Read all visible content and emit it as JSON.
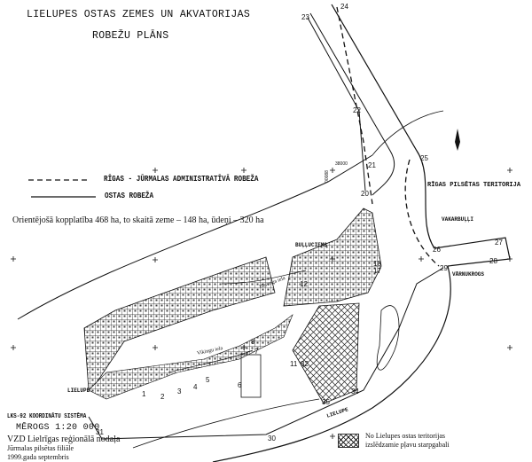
{
  "title": {
    "line1": "LIELUPES  OSTAS ZEMES UN AKVATORIJAS",
    "line2": "ROBEŽU PLĀNS"
  },
  "legend": {
    "admin_border": "RĪGAS - JŪRMALAS ADMINISTRATĪVĀ ROBEŽA",
    "port_border": "OSTAS ROBEŽA",
    "area_note": "Orientējošā kopplatība 468 ha, to skaitā zeme – 148 ha, ūdeņi – 320 ha",
    "hatched": [
      "No Lielupes ostas teritorijas",
      "izslēdzamie pļavu starpgabali"
    ]
  },
  "places": {
    "riga_territory": "RĪGAS PILSĒTAS TERITORIJA",
    "vakarbulli": "VAKARBUĻĻI",
    "varnukrogs": "VĀRNUKROGS",
    "bulluciems": "BUĻĻUCIEMS",
    "lielupe_station": "LIELUPE",
    "lielupe_river": "LIELUPE",
    "street1": "Hercoga iela",
    "street2": "Vikingu iela",
    "coord_x": "38000",
    "coord_y": "00088"
  },
  "footer": {
    "system": "LKS-92 KOORDINĀTU SISTĒMA",
    "scale": "MĒROGS  1:20 000",
    "org": "VZD Lielrīgas reģionālā nodaļa",
    "branch": "Jūrmalas pilsētas filiāle",
    "date": "1999.gada septembris"
  },
  "points": [
    "1",
    "2",
    "3",
    "4",
    "5",
    "6",
    "7",
    "8",
    "11",
    "12",
    "17",
    "18",
    "20",
    "21",
    "22",
    "23",
    "24",
    "25",
    "26",
    "27",
    "28",
    "29",
    "30",
    "31",
    "32",
    "34",
    "35"
  ]
}
